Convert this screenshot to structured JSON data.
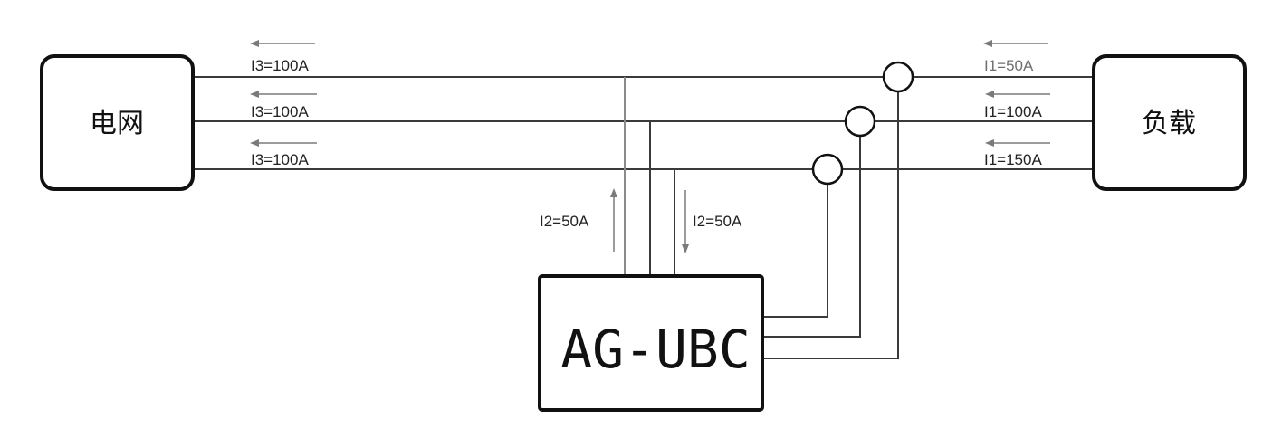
{
  "grid_box": {
    "label": "电网"
  },
  "load_box": {
    "label": "负载"
  },
  "device_box": {
    "label": "AG-UBC"
  },
  "grid_currents": [
    "I3=100A",
    "I3=100A",
    "I3=100A"
  ],
  "load_currents": [
    "I1=50A",
    "I1=100A",
    "I1=150A"
  ],
  "device_currents": {
    "up": "I2=50A",
    "down": "I2=50A"
  }
}
